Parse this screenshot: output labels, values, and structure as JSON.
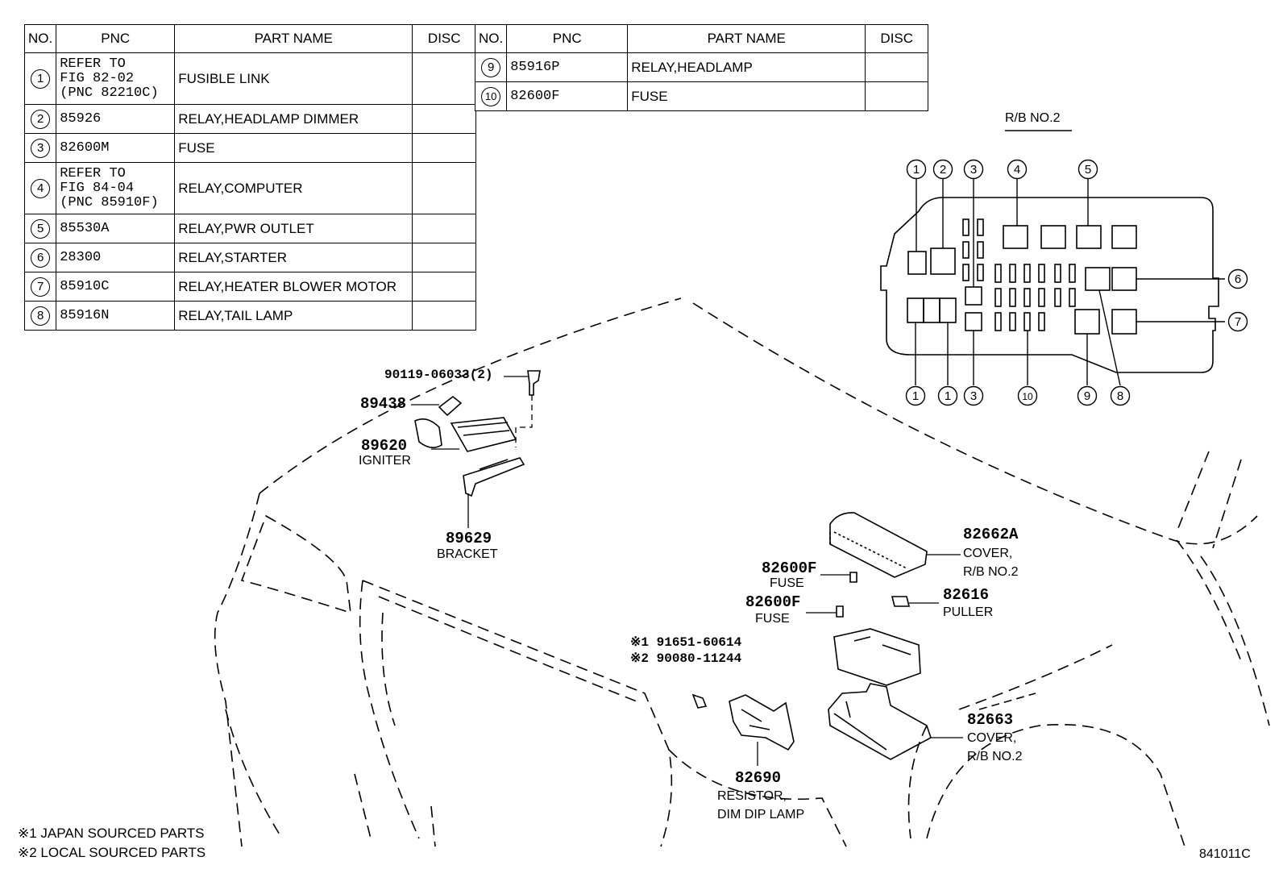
{
  "table_headers": {
    "no": "NO.",
    "pnc": "PNC",
    "part_name": "PART NAME",
    "disc": "DISC"
  },
  "parts": [
    {
      "no": "1",
      "pnc": "REFER TO\nFIG 82-02\n(PNC 82210C)",
      "name": "FUSIBLE LINK",
      "disc": ""
    },
    {
      "no": "2",
      "pnc": "85926",
      "name": "RELAY,HEADLAMP DIMMER",
      "disc": ""
    },
    {
      "no": "3",
      "pnc": "82600M",
      "name": "FUSE",
      "disc": ""
    },
    {
      "no": "4",
      "pnc": "REFER TO\nFIG 84-04\n(PNC 85910F)",
      "name": "RELAY,COMPUTER",
      "disc": ""
    },
    {
      "no": "5",
      "pnc": "85530A",
      "name": "RELAY,PWR OUTLET",
      "disc": ""
    },
    {
      "no": "6",
      "pnc": "28300",
      "name": "RELAY,STARTER",
      "disc": ""
    },
    {
      "no": "7",
      "pnc": "85910C",
      "name": "RELAY,HEATER BLOWER MOTOR",
      "disc": ""
    },
    {
      "no": "8",
      "pnc": "85916N",
      "name": "RELAY,TAIL LAMP",
      "disc": ""
    },
    {
      "no": "9",
      "pnc": "85916P",
      "name": "RELAY,HEADLAMP",
      "disc": ""
    },
    {
      "no": "10",
      "pnc": "82600F",
      "name": "FUSE",
      "disc": ""
    }
  ],
  "rb_title": "R/B NO.2",
  "rb_callouts_top": [
    "1",
    "2",
    "3",
    "4",
    "5"
  ],
  "rb_callouts_bottom": [
    "1",
    "1",
    "3",
    "10",
    "9",
    "8"
  ],
  "rb_callouts_right": [
    "6",
    "7"
  ],
  "callouts": {
    "bolt": "90119-06033(2)",
    "p89438": "89438",
    "p89620": "89620",
    "igniter": "IGNITER",
    "p89629": "89629",
    "bracket": "BRACKET",
    "p82662a": "82662A",
    "cover1_l1": "COVER,",
    "cover1_l2": "R/B NO.2",
    "fuse_a_pn": "82600F",
    "fuse_a": "FUSE",
    "fuse_b_pn": "82600F",
    "fuse_b": "FUSE",
    "p82616": "82616",
    "puller": "PULLER",
    "screw1": "※1 91651-60614",
    "screw2": "※2 90080-11244",
    "p82663": "82663",
    "cover2_l1": "COVER,",
    "cover2_l2": "R/B NO.2",
    "p82690": "82690",
    "resistor_l1": "RESISTOR,",
    "resistor_l2": "DIM DIP LAMP"
  },
  "footnotes": [
    "※1 JAPAN SOURCED PARTS",
    "※2 LOCAL SOURCED PARTS"
  ],
  "figure_code": "841011C"
}
